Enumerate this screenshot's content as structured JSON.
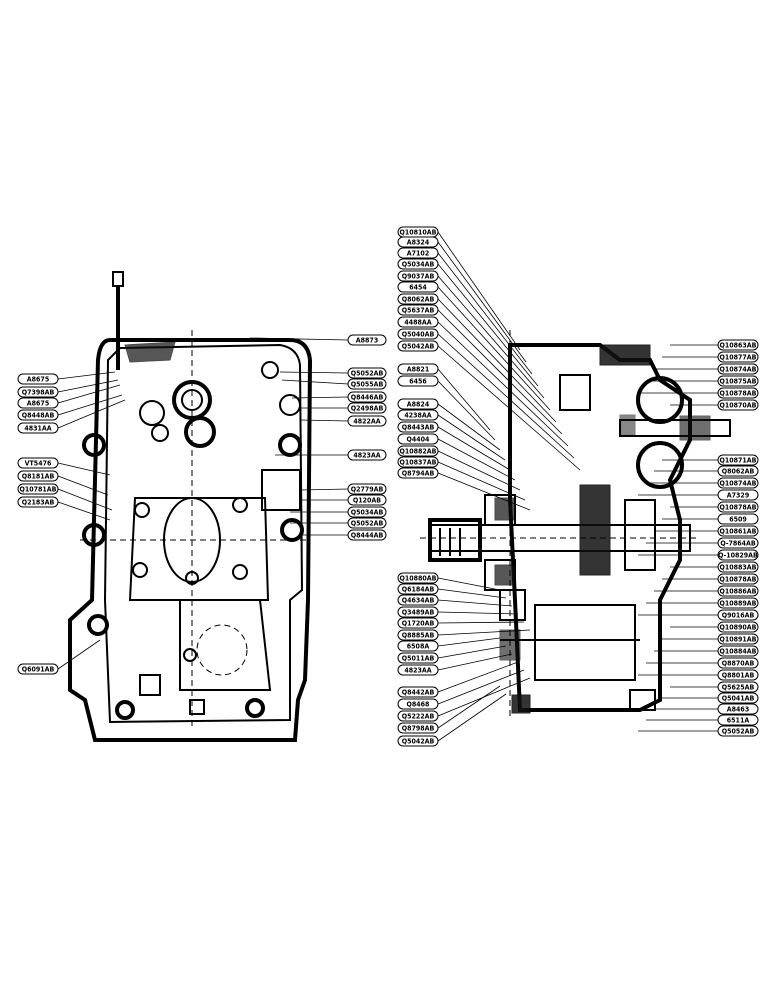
{
  "left_view": {
    "labels_left": [
      "A8675",
      "Q7398AB",
      "A8675",
      "Q8448AB",
      "4831AA",
      "VT5476",
      "Q8181AB",
      "Q10781AB",
      "Q2183AB",
      "Q6091AB"
    ],
    "labels_right": [
      "A8873",
      "Q5052AB",
      "Q5055AB",
      "Q8446AB",
      "Q2498AB",
      "4822AA",
      "4823AA",
      "Q2779AB",
      "Q120AB",
      "Q5034AB",
      "Q5052AB",
      "Q8444AB"
    ]
  },
  "right_view": {
    "labels_left": [
      "Q10810AB",
      "A8324",
      "A7102",
      "Q5034AB",
      "Q9037AB",
      "6454",
      "Q8062AB",
      "Q5637AB",
      "4488AA",
      "Q5040AB",
      "Q5042AB",
      "A8821",
      "6456",
      "A8824",
      "4238AA",
      "Q8443AB",
      "Q4404",
      "Q10882AB",
      "Q10837AB",
      "Q8794AB",
      "Q10880AB",
      "Q6184AB",
      "Q4634AB",
      "Q3489AB",
      "Q1720AB",
      "Q8885AB",
      "6508A",
      "Q5011AB",
      "4823AA",
      "Q8442AB",
      "Q8468",
      "Q5222AB",
      "Q8798AB",
      "Q5042AB"
    ],
    "labels_right": [
      "Q10863AB",
      "Q10877AB",
      "Q10874AB",
      "Q10875AB",
      "Q10878AB",
      "Q10870AB",
      "Q10871AB",
      "Q8062AB",
      "Q10874AB",
      "A7329",
      "Q10878AB",
      "6509",
      "Q10861AB",
      "Q-7864AB",
      "Q-10829AB",
      "Q10883AB",
      "Q10878AB",
      "Q10886AB",
      "Q10889AB",
      "Q9016AB",
      "Q10890AB",
      "Q10891AB",
      "Q10884AB",
      "Q8870AB",
      "Q8801AB",
      "Q5625AB",
      "Q5041AB",
      "A8463",
      "6511A",
      "Q5052AB"
    ]
  }
}
